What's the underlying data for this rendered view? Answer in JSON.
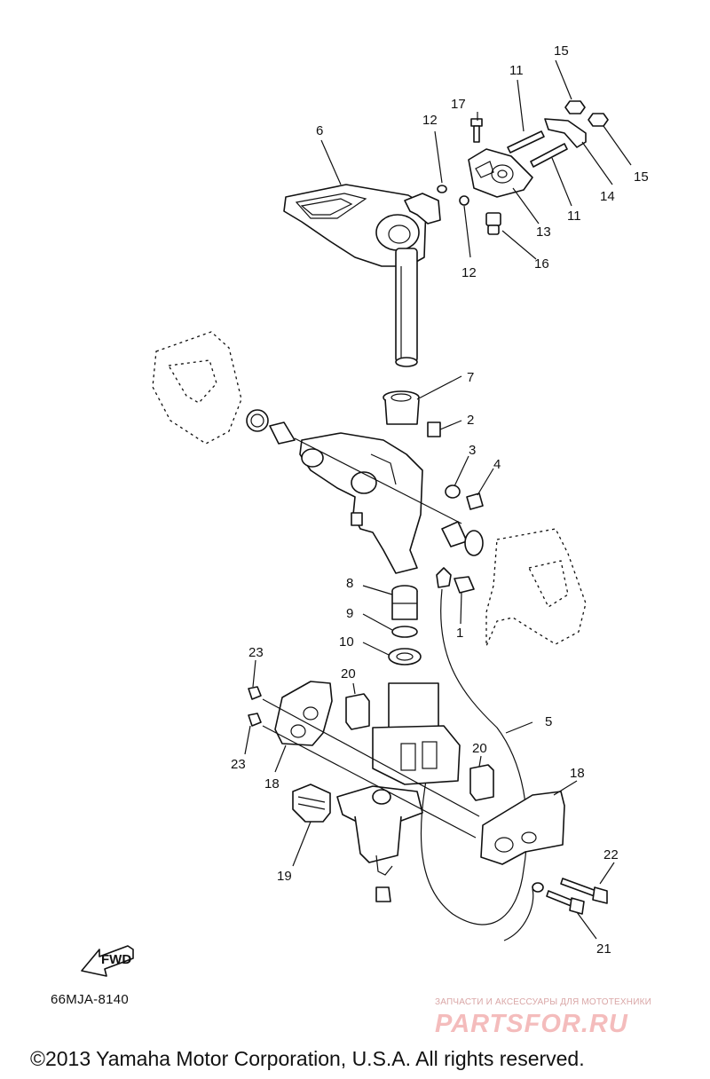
{
  "diagram": {
    "part_numbers": [
      "1",
      "2",
      "3",
      "4",
      "5",
      "6",
      "7",
      "8",
      "9",
      "10",
      "11",
      "11",
      "12",
      "12",
      "13",
      "14",
      "15",
      "15",
      "16",
      "17",
      "18",
      "18",
      "19",
      "20",
      "20",
      "21",
      "22",
      "23",
      "23"
    ],
    "direction_label": "FWD",
    "reference_code": "66MJA-8140"
  },
  "watermark": {
    "tagline": "ЗАПЧАСТИ И АКСЕССУАРЫ ДЛЯ МОТОТЕХНИКИ",
    "logo_text": "PARTSFOR.RU",
    "color": "#f4bcbc"
  },
  "footer": {
    "copyright": "©2013 Yamaha Motor Corporation, U.S.A. All rights reserved."
  }
}
